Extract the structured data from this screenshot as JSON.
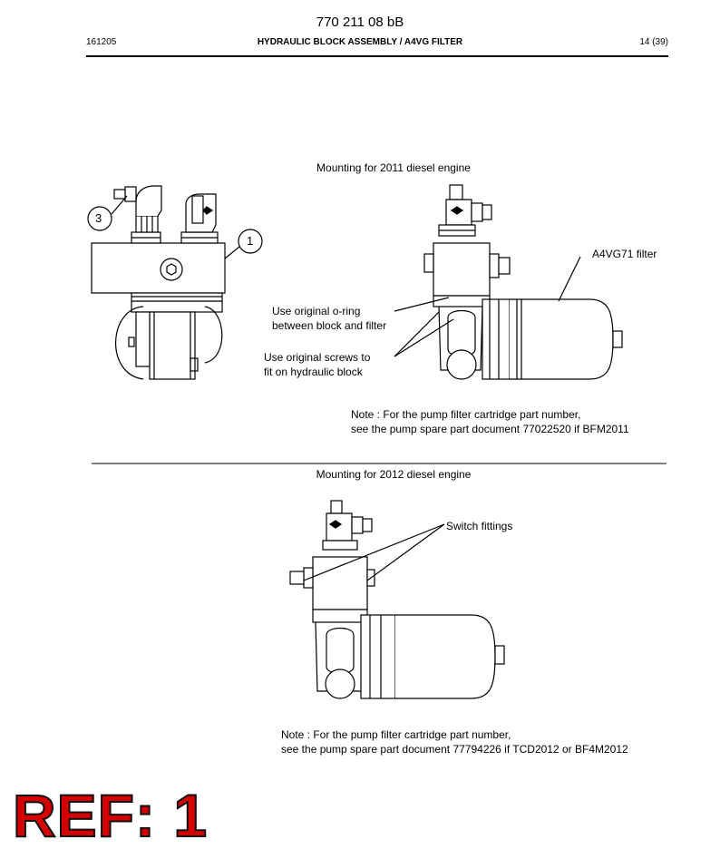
{
  "header": {
    "doc_number": "770 211 08 bB",
    "date_code": "161205",
    "title": "HYDRAULIC BLOCK ASSEMBLY / A4VG FILTER",
    "page": "14 (39)"
  },
  "section_2011": {
    "caption": "Mounting for 2011 diesel engine",
    "callout_1": "1",
    "callout_3": "3",
    "label_filter": "A4VG71 filter",
    "label_oring_line1": "Use original o-ring",
    "label_oring_line2": "between block and filter",
    "label_screws_line1": "Use original screws to",
    "label_screws_line2": "fit on hydraulic block",
    "note_line1": "Note : For the pump filter cartridge part number,",
    "note_line2": "see the pump spare part document 77022520 if BFM2011"
  },
  "section_2012": {
    "caption": "Mounting for 2012 diesel engine",
    "label_switch": "Switch fittings",
    "note_line1": "Note : For the pump filter cartridge part number,",
    "note_line2": "see the pump spare part document 77794226 if TCD2012 or BF4M2012"
  },
  "stamp": {
    "text": "REF: 1",
    "color": "#d40000"
  }
}
